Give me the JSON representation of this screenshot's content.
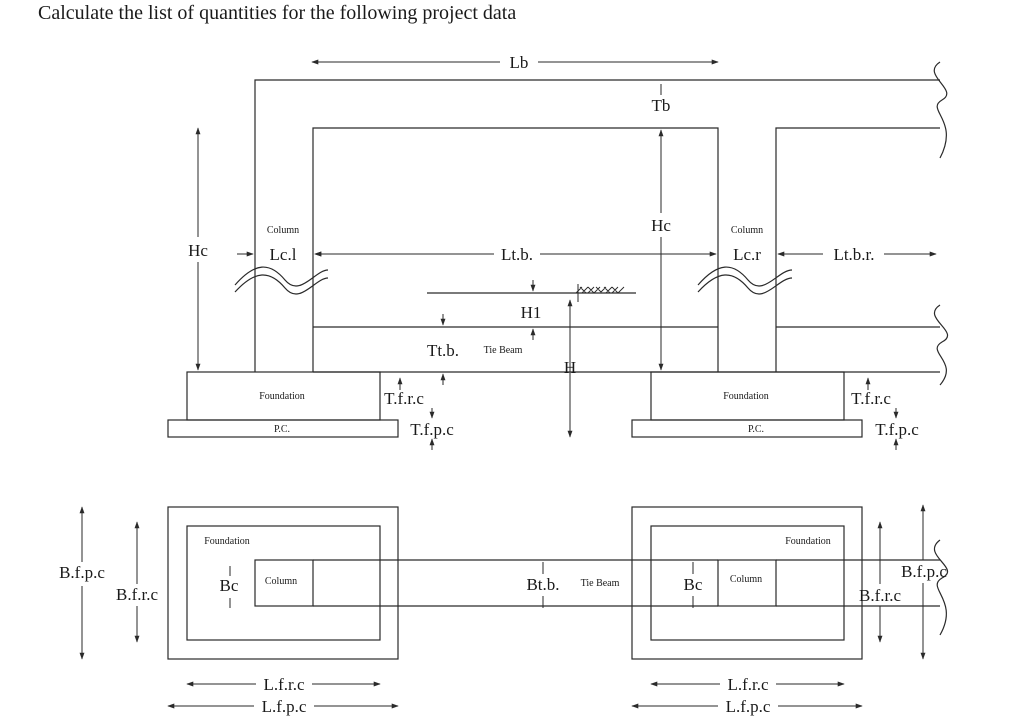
{
  "title": "Calculate the list of quantities for the following project data",
  "elevation": {
    "Lb": "Lb",
    "Tb": "Tb",
    "Hc_left": "Hc",
    "Hc_mid": "Hc",
    "column_left": "Column",
    "column_right": "Column",
    "Lcl": "Lc.l",
    "Ltb": "Lt.b.",
    "Lcr": "Lc.r",
    "Ltbr": "Lt.b.r.",
    "H1": "H1",
    "Ttb": "Tt.b.",
    "tie_beam": "Tie Beam",
    "H": "H",
    "foundation_left": "Foundation",
    "foundation_right": "Foundation",
    "pc_left": "P.C.",
    "pc_right": "P.C.",
    "Tfrc_left": "T.f.r.c",
    "Tfpc_left": "T.f.p.c",
    "Tfrc_right": "T.f.r.c",
    "Tfpc_right": "T.f.p.c"
  },
  "plan": {
    "foundation_left": "Foundation",
    "foundation_right": "Foundation",
    "column_left": "Column",
    "column_right": "Column",
    "Bc_left": "Bc",
    "Bc_right": "Bc",
    "Btb": "Bt.b.",
    "tie_beam": "Tie Beam",
    "Bfpc_left": "B.f.p.c",
    "Bfrc_left": "B.f.r.c",
    "Bfpc_right": "B.f.p.c",
    "Bfrc_right": "B.f.r.c",
    "Lfrc_left": "L.f.r.c",
    "Lfpc_left": "L.f.p.c",
    "Lfrc_right": "L.f.r.c",
    "Lfpc_right": "L.f.p.c"
  }
}
